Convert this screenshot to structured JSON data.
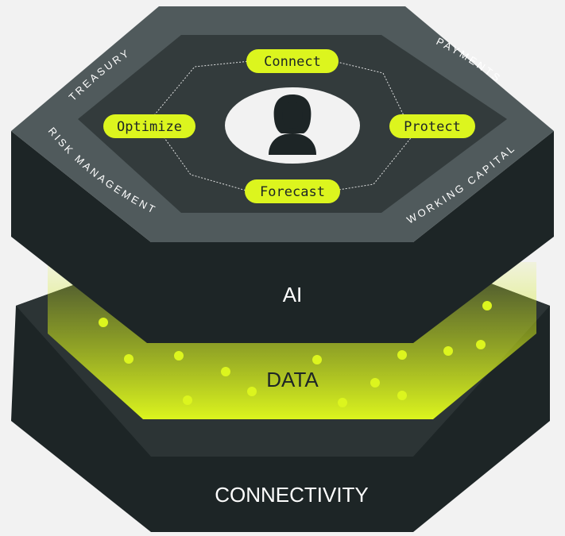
{
  "layers": {
    "top": "AI",
    "middle": "DATA",
    "bottom": "CONNECTIVITY"
  },
  "rim_labels": {
    "top_left": "TREASURY",
    "top_right": "PAYMENTS",
    "bottom_left": "RISK MANAGEMENT",
    "bottom_right": "WORKING CAPITAL"
  },
  "actions": {
    "top": "Connect",
    "left": "Optimize",
    "right": "Protect",
    "bottom": "Forecast"
  },
  "center_icon": "user-icon",
  "colors": {
    "background": "#f2f2f2",
    "dark_slab": "#1d2526",
    "rim_gray": "#505a5c",
    "inner_gray": "#333b3c",
    "accent": "#dcf51e"
  }
}
